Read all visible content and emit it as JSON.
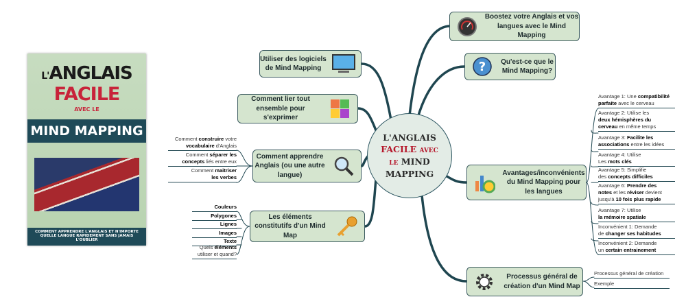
{
  "cover": {
    "line1_small": "L'",
    "line1": "ANGLAIS",
    "line2": "FACILE",
    "line3": "AVEC LE",
    "band": "MIND MAPPING",
    "subtitle": "COMMENT APPRENDRE L'ANGLAIS ET N'IMPORTE QUELLE LANGUE RAPIDEMENT SANS JAMAIS L'OUBLIER"
  },
  "center": {
    "l1": "L'ANGLAIS",
    "l2a": "FACILE",
    "l2b": "AVEC",
    "l3a": "LE",
    "l3b": "MIND",
    "l4": "MAPPING"
  },
  "colors": {
    "branch": "#1f4650",
    "node_fill": "#d5e5cf",
    "accent_red": "#b5162a"
  },
  "nodes": {
    "boostez": {
      "label": "Boostez votre Anglais et vos langues avec le Mind Mapping",
      "icon": "speedometer-icon"
    },
    "questce": {
      "label": "Qu'est-ce que le Mind Mapping?",
      "icon": "question-icon"
    },
    "logiciels": {
      "label": "Utiliser des logiciels de Mind Mapping",
      "icon": "monitor-icon"
    },
    "lier": {
      "label": "Comment lier tout ensemble pour s'exprimer",
      "icon": "puzzle-icon"
    },
    "apprendre": {
      "label": "Comment apprendre Anglais (ou une autre langue)",
      "icon": "magnifier-icon"
    },
    "elements": {
      "label": "Les éléments constitutifs d'un Mind Map",
      "icon": "key-icon"
    },
    "avantages": {
      "label": "Avantages/inconvénients du Mind Mapping pour les langues",
      "icon": "chart-icon"
    },
    "processus": {
      "label": "Processus général de création d'un Mind Map",
      "icon": "gear-icon"
    }
  },
  "leaves": {
    "apprendre": [
      [
        {
          "t": "Comment "
        },
        {
          "t": "construire",
          "b": 1
        },
        {
          "t": " votre "
        },
        {
          "br": 1
        },
        {
          "t": "vocabulaire",
          "b": 1
        },
        {
          "t": " d'Anglais"
        }
      ],
      [
        {
          "t": "Comment "
        },
        {
          "t": "séparer les",
          "b": 1
        },
        {
          "br": 1
        },
        {
          "t": "concepts",
          "b": 1
        },
        {
          "t": " liés entre eux"
        }
      ],
      [
        {
          "t": "Comment "
        },
        {
          "t": "maitriser",
          "b": 1
        },
        {
          "br": 1
        },
        {
          "t": "les verbes",
          "b": 1
        }
      ]
    ],
    "elements": [
      [
        {
          "t": "Couleurs",
          "b": 1
        }
      ],
      [
        {
          "t": "Polygones",
          "b": 1
        }
      ],
      [
        {
          "t": "Lignes",
          "b": 1
        }
      ],
      [
        {
          "t": "Images",
          "b": 1
        }
      ],
      [
        {
          "t": "Texte",
          "b": 1
        }
      ],
      [
        {
          "t": "Quels "
        },
        {
          "t": "éléments",
          "b": 1
        },
        {
          "br": 1
        },
        {
          "t": "utiliser et quand?"
        }
      ]
    ],
    "avantages": [
      [
        {
          "t": "Avantage 1: Une "
        },
        {
          "t": "compatibilité",
          "b": 1
        },
        {
          "br": 1
        },
        {
          "t": "parfaite",
          "b": 1
        },
        {
          "t": " avec le cerveau"
        }
      ],
      [
        {
          "t": "Avantage 2: Utilise les"
        },
        {
          "br": 1
        },
        {
          "t": "deux hémisphères du",
          "b": 1
        },
        {
          "br": 1
        },
        {
          "t": "cerveau",
          "b": 1
        },
        {
          "t": " en même temps"
        }
      ],
      [
        {
          "t": "Avantage 3: "
        },
        {
          "t": "Facilite les",
          "b": 1
        },
        {
          "br": 1
        },
        {
          "t": "associations",
          "b": 1
        },
        {
          "t": " entre les idées"
        }
      ],
      [
        {
          "t": "Avantage 4: Utilise"
        },
        {
          "br": 1
        },
        {
          "t": "Les "
        },
        {
          "t": "mots clés",
          "b": 1
        }
      ],
      [
        {
          "t": "Avantage 5: Simplifie"
        },
        {
          "br": 1
        },
        {
          "t": "des "
        },
        {
          "t": "concepts difficiles",
          "b": 1
        }
      ],
      [
        {
          "t": "Avantage 6: "
        },
        {
          "t": "Prendre des",
          "b": 1
        },
        {
          "br": 1
        },
        {
          "t": "notes",
          "b": 1
        },
        {
          "t": " et les "
        },
        {
          "t": "réviser",
          "b": 1
        },
        {
          "t": " devient"
        },
        {
          "br": 1
        },
        {
          "t": "jusqu'à "
        },
        {
          "t": "10 fois plus rapide",
          "b": 1
        }
      ],
      [
        {
          "t": "Avantage 7: Utilise"
        },
        {
          "br": 1
        },
        {
          "t": "la mémoire spatiale",
          "b": 1
        }
      ],
      [
        {
          "t": "Inconvénient 1: Demande"
        },
        {
          "br": 1
        },
        {
          "t": "de "
        },
        {
          "t": "changer ses habitudes",
          "b": 1
        }
      ],
      [
        {
          "t": "Inconvénient 2: Demande"
        },
        {
          "br": 1
        },
        {
          "t": "un "
        },
        {
          "t": "certain entrainement",
          "b": 1
        }
      ]
    ],
    "processus": [
      [
        {
          "t": "Processus général de création"
        }
      ],
      [
        {
          "t": "Exemple"
        }
      ]
    ]
  }
}
